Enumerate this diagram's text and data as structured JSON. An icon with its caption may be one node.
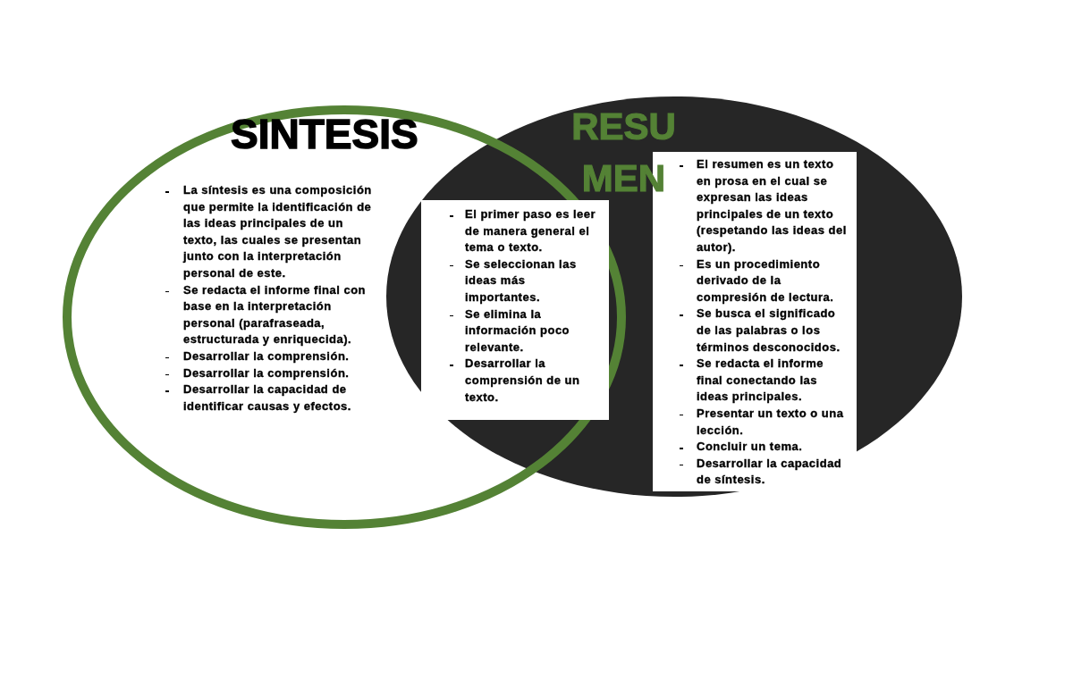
{
  "diagram": {
    "nodes": [
      {
        "text": [
          "SINTESIS",
          "La síntesis es una composición que permite la identificación de las ideas principales de un texto, las cuales se presentan junto con la interpretación personal de este.",
          "Se redacta el informe final con base en la interpretación personal (parafraseada, estructurada y enriquecida).",
          "Desarrollar la comprensión.",
          "Desarrollar la comprensión.",
          "Desarrollar la capacidad de identificar causas y efectos."
        ]
      },
      {
        "text": [
          "RESUMEN"
        ]
      },
      {
        "text": [
          "El primer paso es leer de manera general el tema o texto.",
          "Se seleccionan las ideas más importantes.",
          "Se elimina la información poco relevante.",
          "Desarrollar la comprensión de un texto."
        ]
      },
      {
        "text": [
          "El resumen es un texto en prosa en el cual se expresan las ideas principales de un texto (respetando las ideas del autor).",
          "Es un procedimiento derivado de la compresión de lectura.",
          "Se busca el significado de las palabras o los términos desconocidos.",
          "Se redacta el informe final conectando las ideas principales.",
          "Presentar un texto o una lección.",
          "Concluir un tema.",
          "Desarrollar la capacidad de síntesis."
        ],
        "in": 1
      }
    ]
  }
}
